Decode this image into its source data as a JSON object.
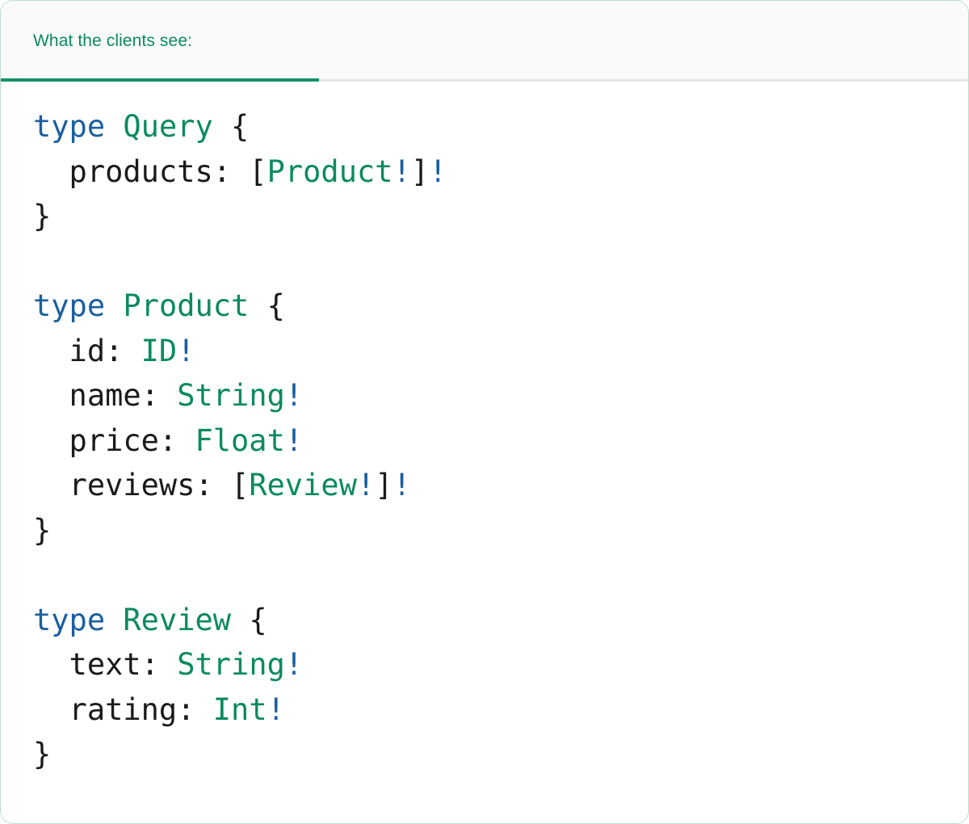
{
  "panel": {
    "border_color": "#bcddc9",
    "background": "#ffffff"
  },
  "header": {
    "background": "#fafafa",
    "active_tab": {
      "label": "What the clients see:",
      "text_color": "#0a8a5f",
      "underline_color": "#15916a"
    },
    "divider_color": "#e6e6e6"
  },
  "code": {
    "language": "graphql",
    "font": "monospace",
    "colors": {
      "keyword": "#1a5fa0",
      "type_name": "#0a8a5f",
      "non_null_bang": "#1a5fa0",
      "punctuation": "#1a1a1a"
    },
    "lines": [
      {
        "tokens": [
          {
            "t": "type",
            "c": "kw"
          },
          {
            "t": " ",
            "c": "punct"
          },
          {
            "t": "Query",
            "c": "type"
          },
          {
            "t": " {",
            "c": "punct"
          }
        ]
      },
      {
        "tokens": [
          {
            "t": "  products: [",
            "c": "punct"
          },
          {
            "t": "Product",
            "c": "type"
          },
          {
            "t": "!",
            "c": "bang"
          },
          {
            "t": "]",
            "c": "punct"
          },
          {
            "t": "!",
            "c": "bang"
          }
        ]
      },
      {
        "tokens": [
          {
            "t": "}",
            "c": "punct"
          }
        ]
      },
      {
        "tokens": []
      },
      {
        "tokens": [
          {
            "t": "type",
            "c": "kw"
          },
          {
            "t": " ",
            "c": "punct"
          },
          {
            "t": "Product",
            "c": "type"
          },
          {
            "t": " {",
            "c": "punct"
          }
        ]
      },
      {
        "tokens": [
          {
            "t": "  id: ",
            "c": "punct"
          },
          {
            "t": "ID",
            "c": "type"
          },
          {
            "t": "!",
            "c": "bang"
          }
        ]
      },
      {
        "tokens": [
          {
            "t": "  name: ",
            "c": "punct"
          },
          {
            "t": "String",
            "c": "type"
          },
          {
            "t": "!",
            "c": "bang"
          }
        ]
      },
      {
        "tokens": [
          {
            "t": "  price: ",
            "c": "punct"
          },
          {
            "t": "Float",
            "c": "type"
          },
          {
            "t": "!",
            "c": "bang"
          }
        ]
      },
      {
        "tokens": [
          {
            "t": "  reviews: [",
            "c": "punct"
          },
          {
            "t": "Review",
            "c": "type"
          },
          {
            "t": "!",
            "c": "bang"
          },
          {
            "t": "]",
            "c": "punct"
          },
          {
            "t": "!",
            "c": "bang"
          }
        ]
      },
      {
        "tokens": [
          {
            "t": "}",
            "c": "punct"
          }
        ]
      },
      {
        "tokens": []
      },
      {
        "tokens": [
          {
            "t": "type",
            "c": "kw"
          },
          {
            "t": " ",
            "c": "punct"
          },
          {
            "t": "Review",
            "c": "type"
          },
          {
            "t": " {",
            "c": "punct"
          }
        ]
      },
      {
        "tokens": [
          {
            "t": "  text: ",
            "c": "punct"
          },
          {
            "t": "String",
            "c": "type"
          },
          {
            "t": "!",
            "c": "bang"
          }
        ]
      },
      {
        "tokens": [
          {
            "t": "  rating: ",
            "c": "punct"
          },
          {
            "t": "Int",
            "c": "type"
          },
          {
            "t": "!",
            "c": "bang"
          }
        ]
      },
      {
        "tokens": [
          {
            "t": "}",
            "c": "punct"
          }
        ]
      }
    ],
    "plain_text": "type Query {\n  products: [Product!]!\n}\n\ntype Product {\n  id: ID!\n  name: String!\n  price: Float!\n  reviews: [Review!]!\n}\n\ntype Review {\n  text: String!\n  rating: Int!\n}"
  }
}
